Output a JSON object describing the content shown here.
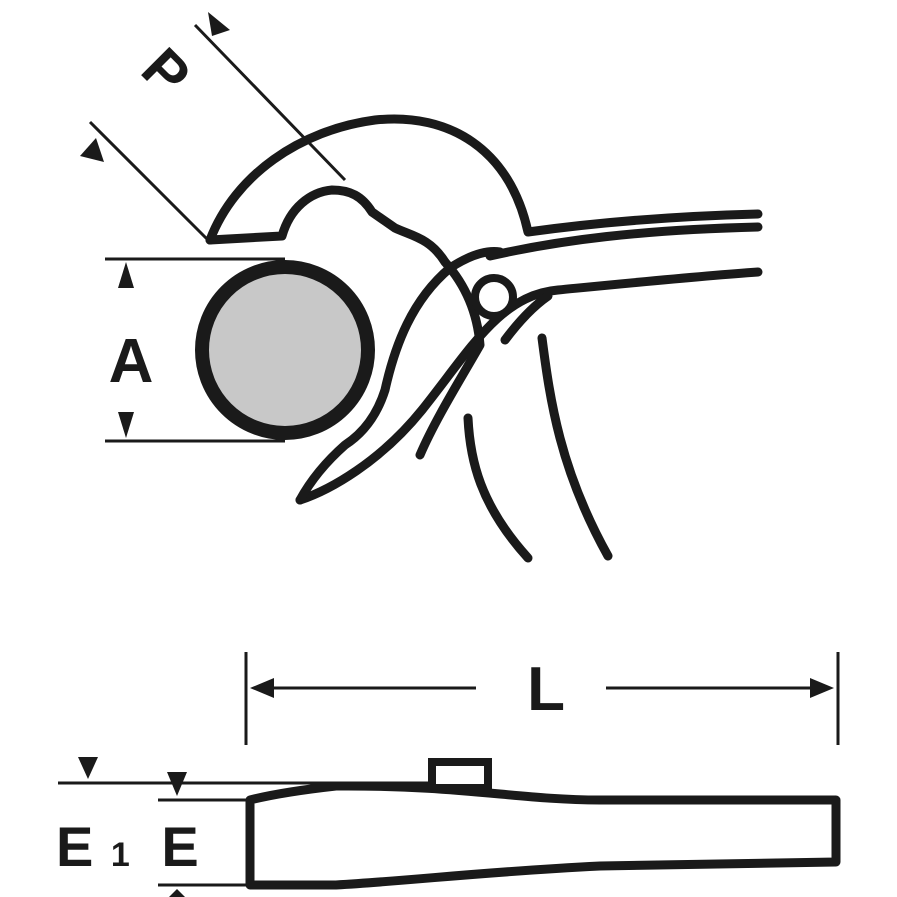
{
  "dimension_labels": {
    "p": "P",
    "a": "A",
    "l": "L",
    "e1_main": "E",
    "e1_sub": "1",
    "e": "E"
  },
  "colors": {
    "ink": "#1a1a1a",
    "workpiece_fill": "#c8c8c8",
    "background": "#ffffff"
  }
}
